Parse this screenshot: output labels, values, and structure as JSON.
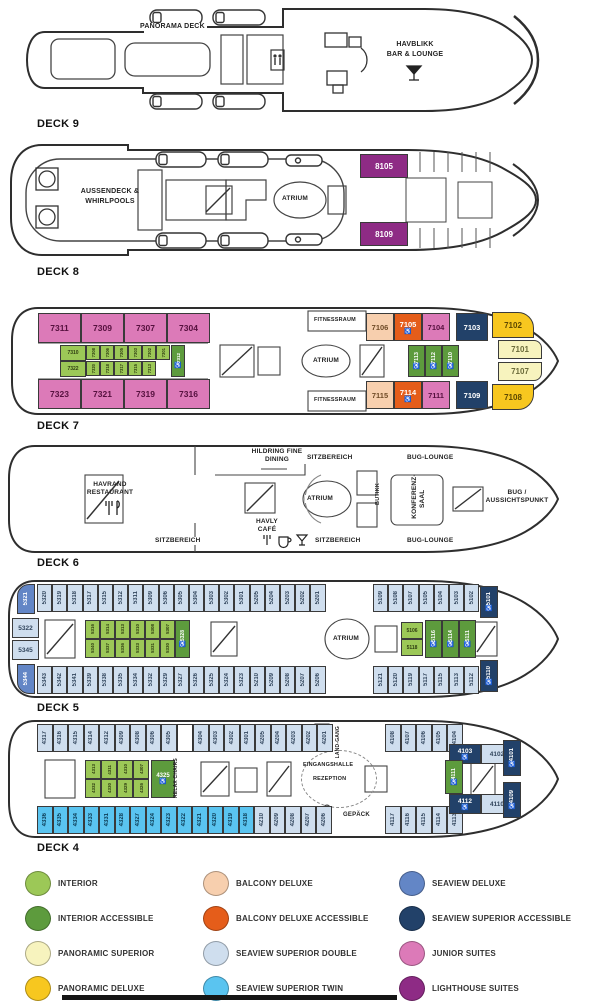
{
  "colors": {
    "interior": "#9cc857",
    "interiorAcc": "#5d9b3d",
    "panSup": "#f7f3be",
    "panDeluxe": "#f7c71f",
    "balcony": "#f7cfae",
    "balconyAcc": "#e55d1a",
    "svDouble": "#cfdeee",
    "svTwin": "#5ac4f0",
    "svDeluxe": "#6386c6",
    "seaviewAcc": "#224169",
    "junior": "#dc7ab8",
    "lighthouse": "#8e2b85"
  },
  "deck9": {
    "label": "DECK 9",
    "panorama": "PANORAMA DECK",
    "bar1": "HAVBLIKK",
    "bar2": "BAR & LOUNGE"
  },
  "deck8": {
    "label": "DECK 8",
    "aussendeck1": "AUSSENDECK &",
    "aussendeck2": "WHIRLPOOLS",
    "atrium": "ATRIUM",
    "suites": [
      {
        "n": "8105",
        "c": "lighthouse"
      },
      {
        "n": "8109",
        "c": "lighthouse"
      }
    ]
  },
  "deck7": {
    "label": "DECK 7",
    "fitness_top": "FITNESSRAUM",
    "fitness_bottom": "FITNESSRAUM",
    "atrium": "ATRIUM",
    "juniorTop": [
      {
        "n": "7311",
        "c": "junior"
      },
      {
        "n": "7309",
        "c": "junior"
      },
      {
        "n": "7307",
        "c": "junior"
      },
      {
        "n": "7304",
        "c": "junior"
      }
    ],
    "juniorBottom": [
      {
        "n": "7323",
        "c": "junior"
      },
      {
        "n": "7321",
        "c": "junior"
      },
      {
        "n": "7319",
        "c": "junior"
      },
      {
        "n": "7316",
        "c": "junior"
      }
    ],
    "intTopBig": "7310",
    "intTop": [
      {
        "n": "7308"
      },
      {
        "n": "7306"
      },
      {
        "n": "7305"
      },
      {
        "n": "7303"
      },
      {
        "n": "7302"
      },
      {
        "n": "7301"
      }
    ],
    "intBotBig": "7322",
    "intBot": [
      {
        "n": "7320"
      },
      {
        "n": "7318"
      },
      {
        "n": "7317"
      },
      {
        "n": "7315"
      },
      {
        "n": "7313"
      }
    ],
    "intAcc": "7312",
    "fwdTop": [
      {
        "n": "7106",
        "c": "balcony"
      },
      {
        "n": "7105",
        "c": "balconyAcc",
        "a": 1
      },
      {
        "n": "7104",
        "c": "junior"
      }
    ],
    "fwdTopNavy": "7103",
    "fwdBot": [
      {
        "n": "7115",
        "c": "balcony"
      },
      {
        "n": "7114",
        "c": "balconyAcc",
        "a": 1
      },
      {
        "n": "7111",
        "c": "junior"
      }
    ],
    "fwdBotNavy": "7109",
    "midAcc": [
      {
        "n": "7113",
        "a": 1
      },
      {
        "n": "7112",
        "a": 1
      },
      {
        "n": "7110",
        "a": 1
      }
    ],
    "bowTop": "7102",
    "bowMid1": "7101",
    "bowMid2": "7107",
    "bowBot": "7108"
  },
  "deck6": {
    "label": "DECK 6",
    "restaurant1": "HAVRAND",
    "restaurant2": "RESTAURANT",
    "hildring1": "HILDRING",
    "hildring2": "FINE DINING",
    "havly1": "HAVLY",
    "havly2": "CAFÉ",
    "sitz_top": "SITZBEREICH",
    "sitz_bottom_left": "SITZBEREICH",
    "sitz_bottom_mid": "SITZBEREICH",
    "atrium": "ATRIUM",
    "butikk": "BUTIKK",
    "konferenz": "KONFERENZ-",
    "saal": "SAAL",
    "buglounge_top": "BUG-LOUNGE",
    "buglounge_bottom": "BUG-LOUNGE",
    "bug1": "BUG /",
    "bug2": "AUSSICHTSPUNKT"
  },
  "deck5": {
    "label": "DECK 5",
    "atrium": "ATRIUM",
    "topRow": [
      {
        "n": "5320"
      },
      {
        "n": "5319"
      },
      {
        "n": "5318"
      },
      {
        "n": "5317"
      },
      {
        "n": "5315"
      },
      {
        "n": "5312"
      },
      {
        "n": "5311"
      },
      {
        "n": "5309"
      },
      {
        "n": "5306"
      },
      {
        "n": "5305"
      },
      {
        "n": "5304"
      },
      {
        "n": "5303"
      },
      {
        "n": "5302"
      },
      {
        "n": "5301"
      },
      {
        "n": "5205"
      },
      {
        "n": "5204"
      },
      {
        "n": "5203"
      },
      {
        "n": "5202"
      },
      {
        "n": "5201"
      }
    ],
    "botRow": [
      {
        "n": "5343"
      },
      {
        "n": "5342"
      },
      {
        "n": "5341"
      },
      {
        "n": "5339"
      },
      {
        "n": "5338"
      },
      {
        "n": "5335"
      },
      {
        "n": "5334"
      },
      {
        "n": "5332"
      },
      {
        "n": "5329"
      },
      {
        "n": "5327"
      },
      {
        "n": "5326"
      },
      {
        "n": "5325"
      },
      {
        "n": "5324"
      },
      {
        "n": "5323"
      },
      {
        "n": "5210"
      },
      {
        "n": "5209"
      },
      {
        "n": "5208"
      },
      {
        "n": "5207"
      },
      {
        "n": "5206"
      }
    ],
    "fwdTop": [
      {
        "n": "5109"
      },
      {
        "n": "5108"
      },
      {
        "n": "5107"
      },
      {
        "n": "5105"
      },
      {
        "n": "5104"
      },
      {
        "n": "5103"
      },
      {
        "n": "5102"
      }
    ],
    "fwdTopAcc": "5101",
    "fwdBot": [
      {
        "n": "5121"
      },
      {
        "n": "5120"
      },
      {
        "n": "5119"
      },
      {
        "n": "5117"
      },
      {
        "n": "5115"
      },
      {
        "n": "5113"
      },
      {
        "n": "5112"
      }
    ],
    "fwdBotAcc": "5110",
    "cornerTop": "5321",
    "cornerBottom": "5344",
    "leftTop": "5322",
    "leftBottom": "5345",
    "intTop": [
      {
        "n": "5316"
      },
      {
        "n": "5314"
      },
      {
        "n": "5313"
      },
      {
        "n": "5310"
      },
      {
        "n": "5308"
      },
      {
        "n": "5307"
      }
    ],
    "intBot": [
      {
        "n": "5340"
      },
      {
        "n": "5337"
      },
      {
        "n": "5336"
      },
      {
        "n": "5333"
      },
      {
        "n": "5331"
      },
      {
        "n": "5330"
      }
    ],
    "intAcc": "5328",
    "pairTop": "5106",
    "pairBottom": "5118",
    "rightAcc": [
      {
        "n": "5116",
        "a": 1
      },
      {
        "n": "5114",
        "a": 1
      },
      {
        "n": "5111",
        "a": 1
      }
    ]
  },
  "deck4": {
    "label": "DECK 4",
    "topRow1": [
      {
        "n": "4317"
      },
      {
        "n": "4316"
      },
      {
        "n": "4315"
      },
      {
        "n": "4314"
      },
      {
        "n": "4312"
      },
      {
        "n": "4309"
      },
      {
        "n": "4308"
      },
      {
        "n": "4306"
      },
      {
        "n": "4305"
      }
    ],
    "topRow2": [
      {
        "n": "4304"
      },
      {
        "n": "4303"
      },
      {
        "n": "4302"
      },
      {
        "n": "4301"
      },
      {
        "n": "4205"
      },
      {
        "n": "4204"
      },
      {
        "n": "4203"
      },
      {
        "n": "4202"
      },
      {
        "n": "4201"
      }
    ],
    "fwdTop": [
      {
        "n": "4108"
      },
      {
        "n": "4107"
      },
      {
        "n": "4106"
      },
      {
        "n": "4105"
      },
      {
        "n": "4104"
      }
    ],
    "fwdTop2": [
      {
        "n": "4103",
        "c": "seaviewAcc",
        "a": 1
      },
      {
        "n": "4102",
        "c": "svDouble"
      }
    ],
    "fwdTopCorner": "4101",
    "botRow1": [
      {
        "n": "4336"
      },
      {
        "n": "4335"
      },
      {
        "n": "4334"
      },
      {
        "n": "4333"
      },
      {
        "n": "4331"
      },
      {
        "n": "4328"
      },
      {
        "n": "4327"
      },
      {
        "n": "4324"
      },
      {
        "n": "4323"
      },
      {
        "n": "4322"
      },
      {
        "n": "4321"
      },
      {
        "n": "4320"
      },
      {
        "n": "4319"
      },
      {
        "n": "4318"
      }
    ],
    "botRow2": [
      {
        "n": "4210"
      },
      {
        "n": "4209"
      },
      {
        "n": "4208"
      },
      {
        "n": "4207"
      },
      {
        "n": "4206"
      }
    ],
    "fwdBot": [
      {
        "n": "4117"
      },
      {
        "n": "4116"
      },
      {
        "n": "4115"
      },
      {
        "n": "4114"
      },
      {
        "n": "4113"
      }
    ],
    "fwdBot2": [
      {
        "n": "4112",
        "c": "seaviewAcc",
        "a": 1
      },
      {
        "n": "4110",
        "c": "svDouble"
      }
    ],
    "fwdBotCorner": "4109",
    "intTop": [
      {
        "n": "4313"
      },
      {
        "n": "4311"
      },
      {
        "n": "4310"
      },
      {
        "n": "4307"
      }
    ],
    "intBot": [
      {
        "n": "4332"
      },
      {
        "n": "4330"
      },
      {
        "n": "4329"
      },
      {
        "n": "4326"
      }
    ],
    "intAcc": "4325",
    "bowAcc": "4111",
    "relax1": "RELAX",
    "relax2": "CHAIRS",
    "landgang": "LAND-GANG",
    "eingang": "EINGANGSHALLE",
    "rezeption": "REZEPTION",
    "gepaeck": "GEPÄCK"
  },
  "legend": [
    {
      "label": "INTERIOR",
      "c": "interior"
    },
    {
      "label": "INTERIOR ACCESSIBLE",
      "c": "interiorAcc"
    },
    {
      "label": "PANORAMIC SUPERIOR",
      "c": "panSup"
    },
    {
      "label": "PANORAMIC DELUXE",
      "c": "panDeluxe"
    },
    {
      "label": "BALCONY DELUXE",
      "c": "balcony"
    },
    {
      "label": "BALCONY DELUXE ACCESSIBLE",
      "c": "balconyAcc"
    },
    {
      "label": "SEAVIEW SUPERIOR DOUBLE",
      "c": "svDouble"
    },
    {
      "label": "SEAVIEW SUPERIOR TWIN",
      "c": "svTwin"
    },
    {
      "label": "SEAVIEW DELUXE",
      "c": "svDeluxe"
    },
    {
      "label": "SEAVIEW SUPERIOR ACCESSIBLE",
      "c": "seaviewAcc"
    },
    {
      "label": "JUNIOR SUITES",
      "c": "junior"
    },
    {
      "label": "LIGHTHOUSE SUITES",
      "c": "lighthouse"
    }
  ]
}
